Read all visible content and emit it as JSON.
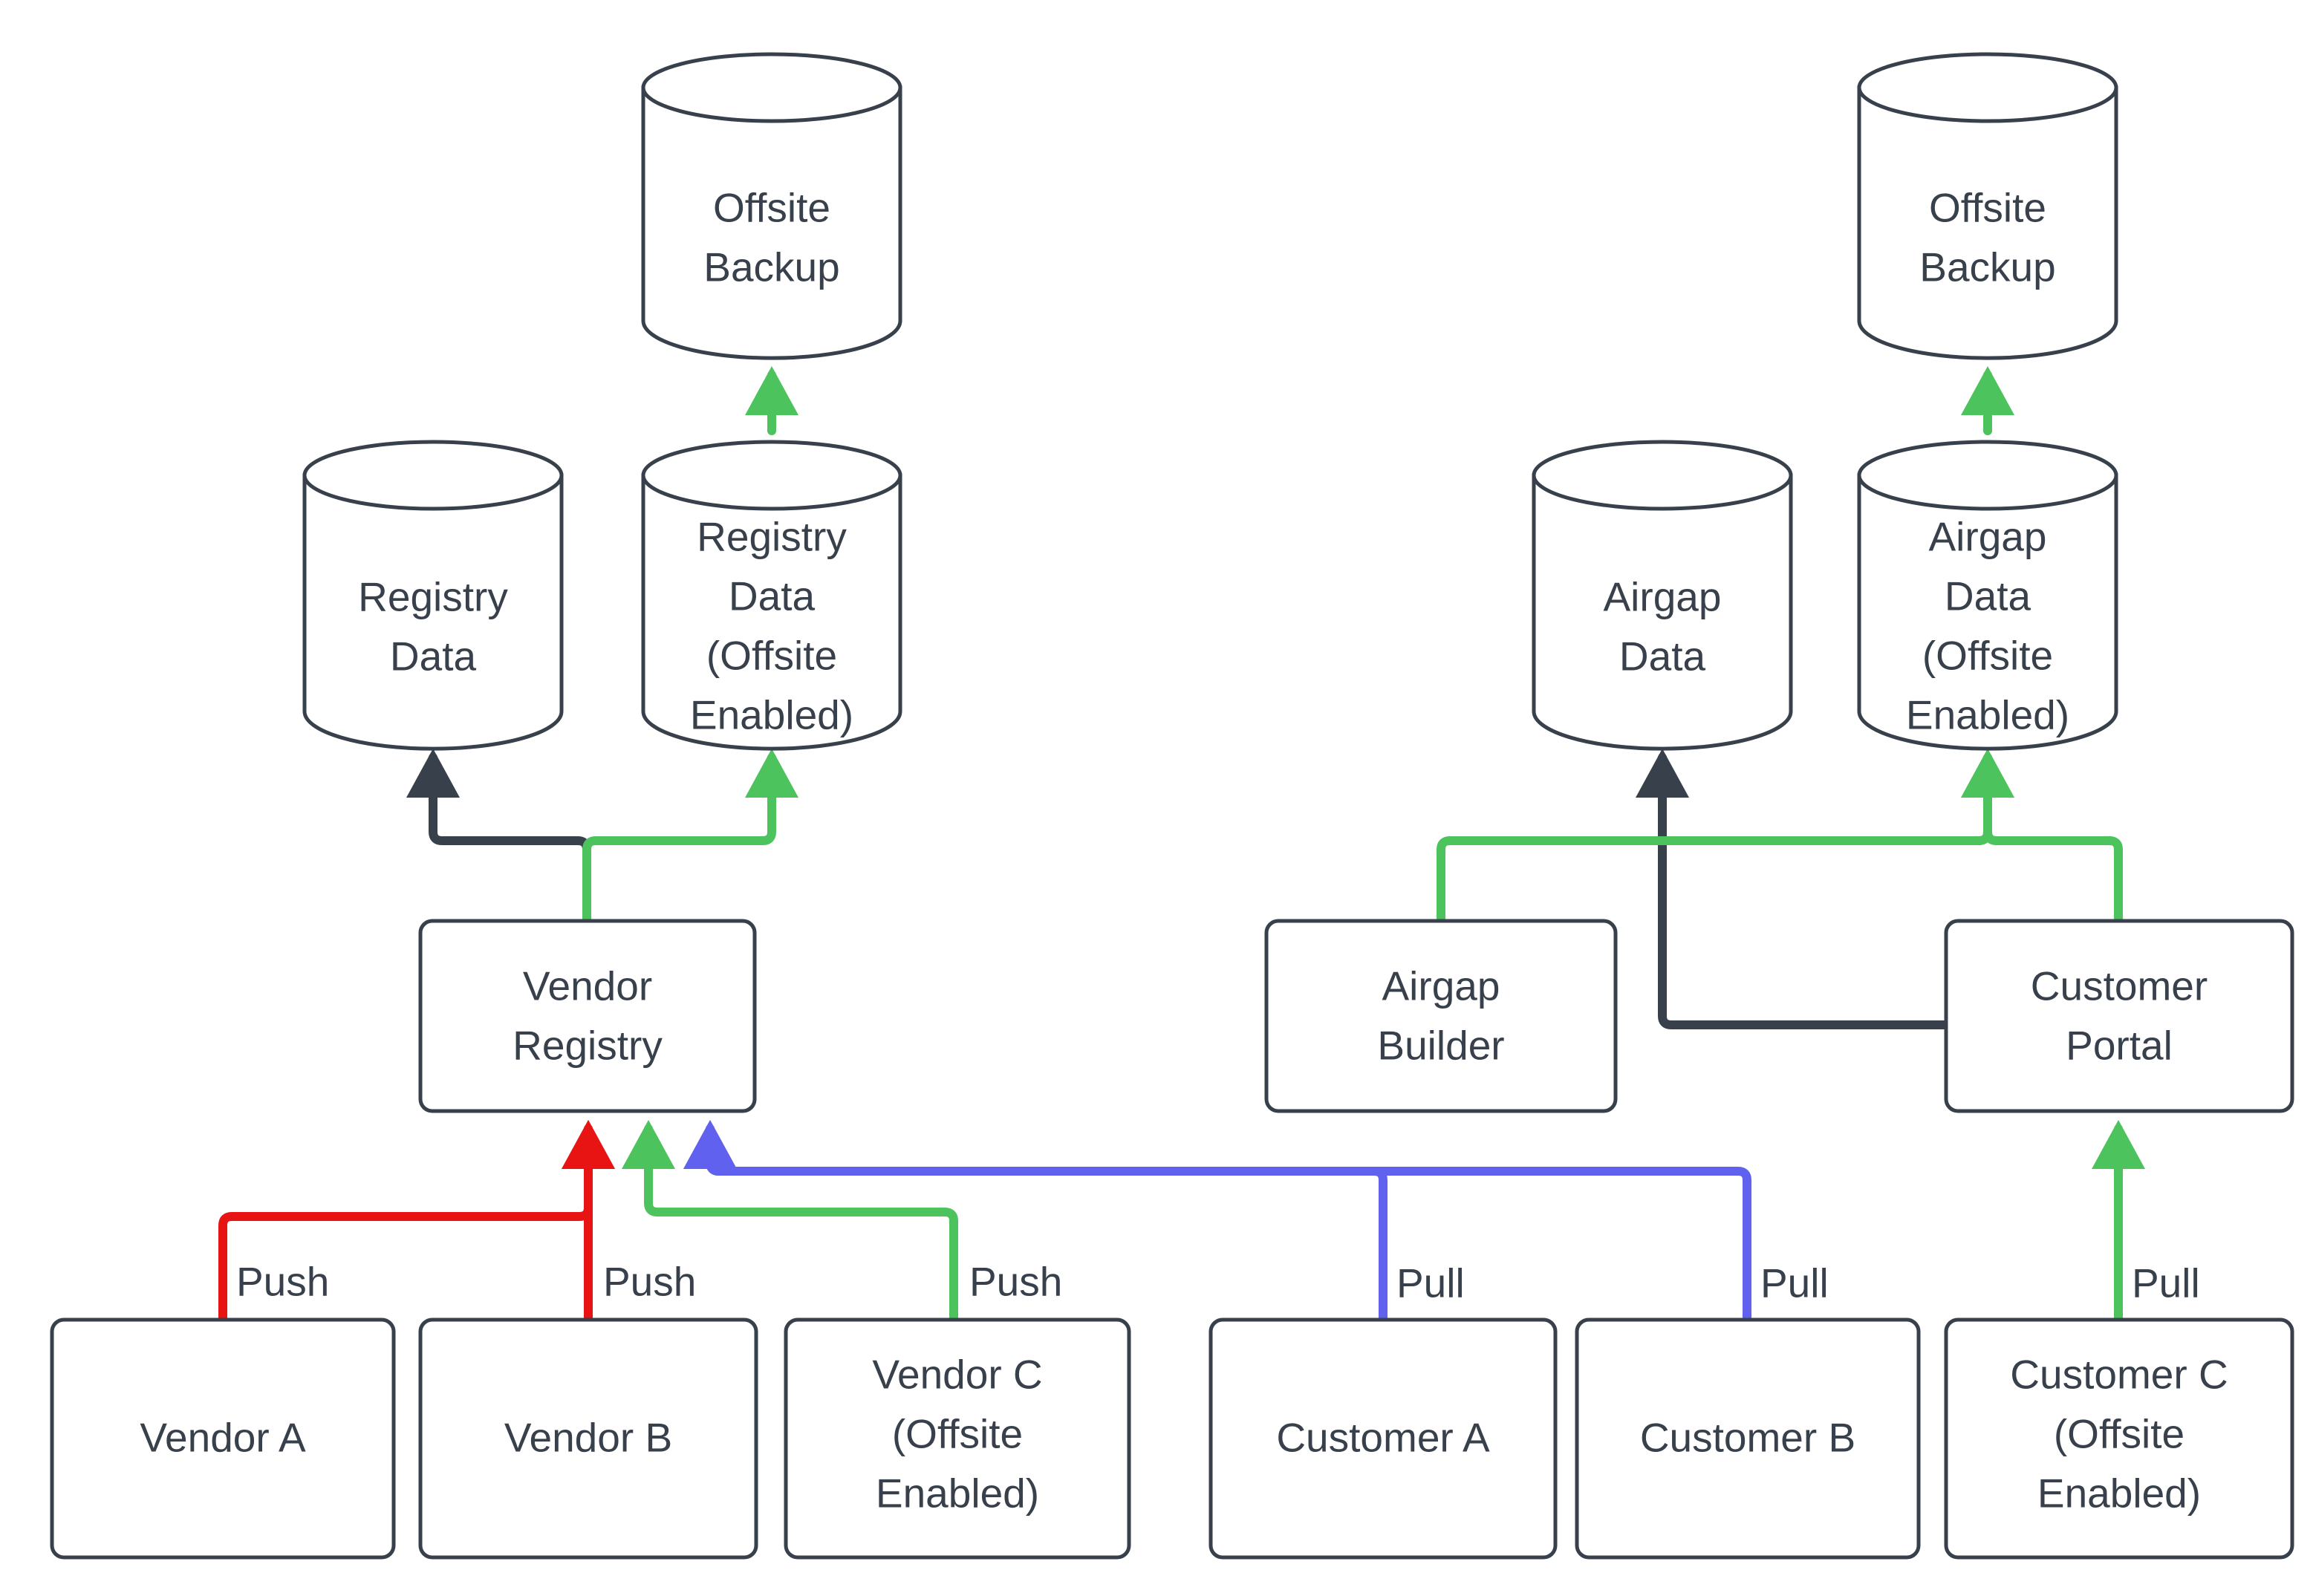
{
  "diagram": {
    "type": "flowchart",
    "direction": "bottom-to-top",
    "colors": {
      "stroke": "#38404b",
      "text": "#38404b",
      "background": "#ffffff",
      "edge_dark": "#38404b",
      "edge_green": "#4cc35c",
      "edge_red": "#e81414",
      "edge_blue": "#6161f0"
    }
  },
  "nodes": {
    "offsite_backup_left": {
      "label_line1": "Offsite",
      "label_line2": "Backup",
      "shape": "cylinder"
    },
    "offsite_backup_right": {
      "label_line1": "Offsite",
      "label_line2": "Backup",
      "shape": "cylinder"
    },
    "registry_data": {
      "label_line1": "Registry",
      "label_line2": "Data",
      "shape": "cylinder"
    },
    "registry_data_offsite": {
      "label_line1": "Registry",
      "label_line2": "Data",
      "label_line3": "(Offsite",
      "label_line4": "Enabled)",
      "shape": "cylinder"
    },
    "airgap_data": {
      "label_line1": "Airgap",
      "label_line2": "Data",
      "shape": "cylinder"
    },
    "airgap_data_offsite": {
      "label_line1": "Airgap",
      "label_line2": "Data",
      "label_line3": "(Offsite",
      "label_line4": "Enabled)",
      "shape": "cylinder"
    },
    "vendor_registry": {
      "label_line1": "Vendor",
      "label_line2": "Registry",
      "shape": "rounded-rect"
    },
    "airgap_builder": {
      "label_line1": "Airgap",
      "label_line2": "Builder",
      "shape": "rounded-rect"
    },
    "customer_portal": {
      "label_line1": "Customer",
      "label_line2": "Portal",
      "shape": "rounded-rect"
    },
    "vendor_a": {
      "label_line1": "Vendor A",
      "shape": "rounded-rect"
    },
    "vendor_b": {
      "label_line1": "Vendor B",
      "shape": "rounded-rect"
    },
    "vendor_c": {
      "label_line1": "Vendor C",
      "label_line2": "(Offsite",
      "label_line3": "Enabled)",
      "shape": "rounded-rect"
    },
    "customer_a": {
      "label_line1": "Customer A",
      "shape": "rounded-rect"
    },
    "customer_b": {
      "label_line1": "Customer B",
      "shape": "rounded-rect"
    },
    "customer_c": {
      "label_line1": "Customer C",
      "label_line2": "(Offsite",
      "label_line3": "Enabled)",
      "shape": "rounded-rect"
    }
  },
  "edges": [
    {
      "from": "vendor_a",
      "to": "vendor_registry",
      "label": "Push",
      "color": "#e81414"
    },
    {
      "from": "vendor_b",
      "to": "vendor_registry",
      "label": "Push",
      "color": "#e81414"
    },
    {
      "from": "vendor_c",
      "to": "vendor_registry",
      "label": "Push",
      "color": "#4cc35c"
    },
    {
      "from": "customer_a",
      "to": "vendor_registry",
      "label": "Pull",
      "color": "#6161f0"
    },
    {
      "from": "customer_b",
      "to": "vendor_registry",
      "label": "Pull",
      "color": "#6161f0"
    },
    {
      "from": "customer_c",
      "to": "customer_portal",
      "label": "Pull",
      "color": "#4cc35c"
    },
    {
      "from": "vendor_registry",
      "to": "registry_data",
      "label": "",
      "color": "#38404b"
    },
    {
      "from": "vendor_registry",
      "to": "registry_data_offsite",
      "label": "",
      "color": "#4cc35c"
    },
    {
      "from": "registry_data_offsite",
      "to": "offsite_backup_left",
      "label": "",
      "color": "#4cc35c"
    },
    {
      "from": "customer_portal",
      "to": "airgap_data",
      "label": "",
      "color": "#38404b"
    },
    {
      "from": "airgap_builder",
      "to": "airgap_data_offsite",
      "label": "",
      "color": "#4cc35c"
    },
    {
      "from": "customer_portal",
      "to": "airgap_data_offsite",
      "label": "",
      "color": "#4cc35c"
    },
    {
      "from": "airgap_data_offsite",
      "to": "offsite_backup_right",
      "label": "",
      "color": "#4cc35c"
    }
  ],
  "edge_labels": {
    "push_a": "Push",
    "push_b": "Push",
    "push_c": "Push",
    "pull_a": "Pull",
    "pull_b": "Pull",
    "pull_c": "Pull"
  }
}
